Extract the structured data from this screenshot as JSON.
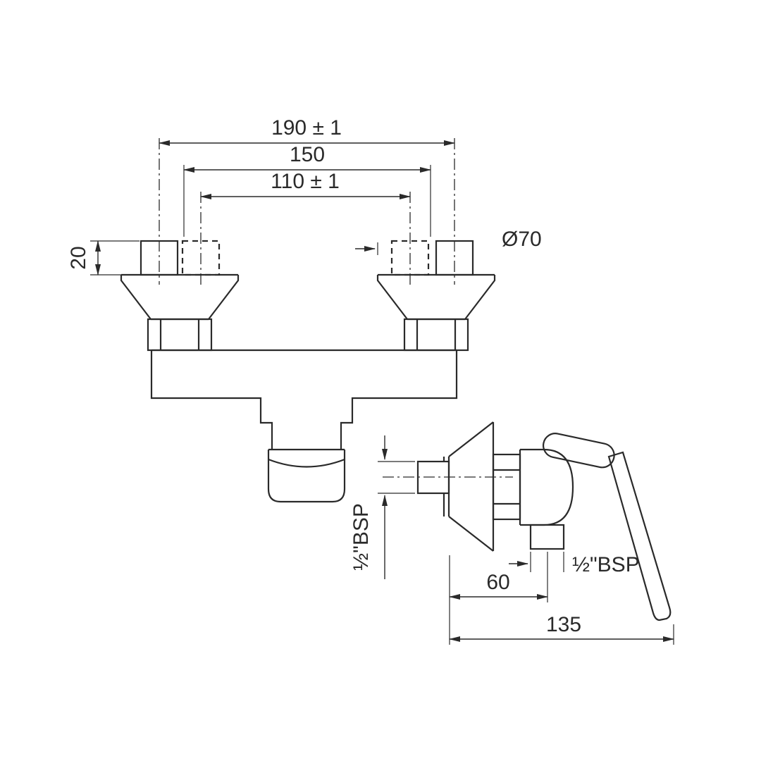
{
  "drawing": {
    "background": "#ffffff",
    "line_color": "#2a2a2a",
    "front_view": {
      "dim_width_max": "190 ± 1",
      "dim_width_std": "150",
      "dim_width_min": "110 ± 1",
      "dim_nut_height": "20",
      "dim_flange_diameter": "Ø70"
    },
    "side_view": {
      "dim_inlet_thread": "½\"BSP",
      "dim_outlet_thread": "½\"BSP",
      "dim_outlet_offset": "60",
      "dim_depth": "135"
    }
  }
}
